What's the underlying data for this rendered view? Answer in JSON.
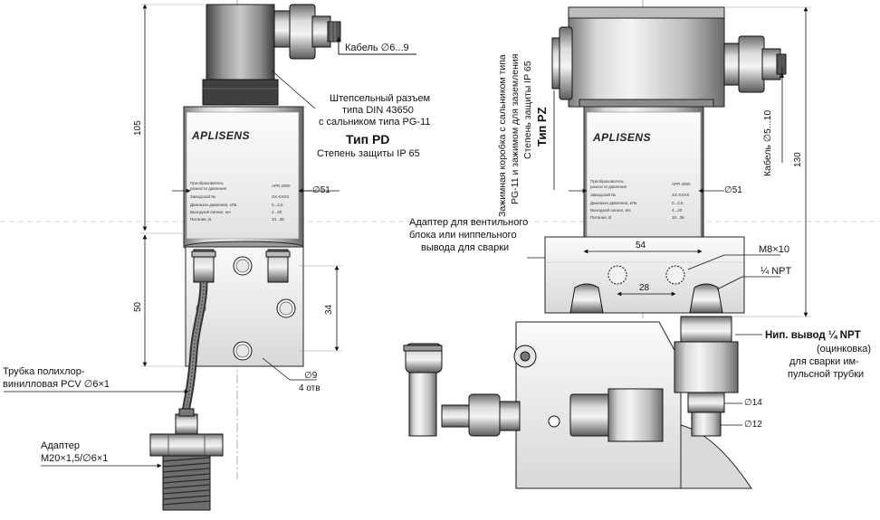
{
  "left_device": {
    "title": "Тип PD",
    "connector_lines": [
      "Штепсельный разъем",
      "типа DIN 43650",
      "с сальником типа PG-11"
    ],
    "protection": "Степень защиты IP 65",
    "cable": "Кабель ∅6...9",
    "diameter": "∅51",
    "hole": "∅9",
    "holes_count": "4 отв",
    "tube_lines": [
      "Трубка полихлор-",
      "винилловая PCV ∅6×1"
    ],
    "adapter_lines": [
      "Адаптер",
      "M20×1,5/∅6×1"
    ],
    "dims": {
      "height_top": "105",
      "height_bottom": "50",
      "holes_spacing": "34"
    },
    "logo": "APLISENS",
    "plate_lines": [
      "Преобразователь",
      "разности давления",
      "APR 2000",
      "Заводской №",
      "XX.XXXX",
      "Диапазон давления, кПа",
      "0...2,5",
      "Выходной сигнал, мА",
      "4...20",
      "Питание, В",
      "10...36"
    ]
  },
  "right_device": {
    "title": "Тип PZ",
    "junction_lines": [
      "Зажимная коробка с сальником типа",
      "PG-11 и зажимом для заземления",
      "Степень защиты IP 65"
    ],
    "cable": "Кабель ∅5...10",
    "diameter": "∅51",
    "adapter_lines": [
      "Адаптер для вентильного",
      "блока или ниппельного",
      "вывода для сварки"
    ],
    "thread": "M8×10",
    "npt": "¼ NPT",
    "nipple_lines": [
      "Нип. вывод ¼ NPT",
      "(оцинковка)",
      "для сварки им-",
      "пульсной трубки"
    ],
    "dia14": "∅14",
    "dia12": "∅12",
    "dims": {
      "width_outer": "54",
      "width_inner": "28",
      "height": "130"
    },
    "logo": "APLISENS",
    "plate_lines": [
      "Преобразователь",
      "разности давления",
      "APR 2000",
      "Заводской №",
      "XX.XXXX",
      "Диапазон давления, кПа",
      "0...2,5",
      "Выходной сигнал, мА",
      "4...20",
      "Питание, В",
      "10...36"
    ]
  },
  "colors": {
    "ink": "#111111",
    "steel_light": "#e6e6e6",
    "steel_mid": "#b5b5b5",
    "steel_dark": "#6e6e6e",
    "dash": "#9a9a9a"
  }
}
